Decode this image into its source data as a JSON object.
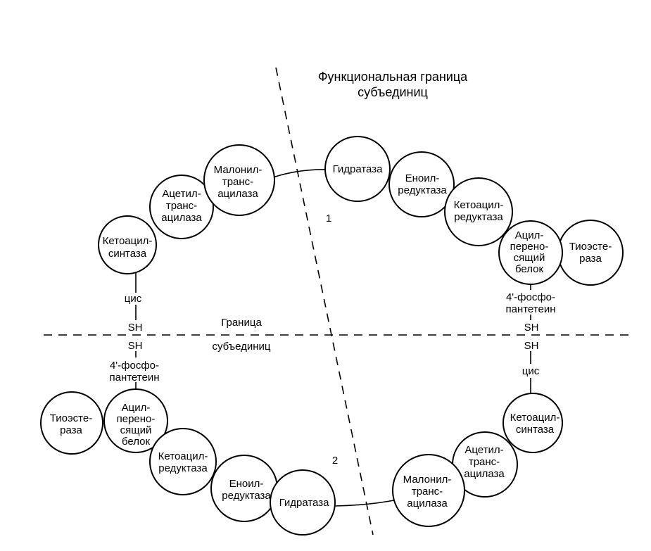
{
  "title": {
    "line1": "Функциональная граница",
    "line2": "субъединиц"
  },
  "boundary_label": {
    "line1": "Граница",
    "line2": "субъединиц"
  },
  "subunit_numbers": {
    "one": "1",
    "two": "2"
  },
  "subunit_1": {
    "malonyl": [
      "Малонил-",
      "транс-",
      "ацилаза"
    ],
    "acetyl": [
      "Ацетил-",
      "транс-",
      "ацилаза"
    ],
    "ketoacyl_synthase": [
      "Кетоацил-",
      "синтаза"
    ],
    "hydratase": [
      "Гидратаза"
    ],
    "enoyl_reductase": [
      "Еноил-",
      "редуктаза"
    ],
    "ketoacyl_reductase": [
      "Кетоацил-",
      "редуктаза"
    ],
    "acp": [
      "Ацил-",
      "перено-",
      "сящий",
      "белок"
    ],
    "thioesterase": [
      "Тиоэсте-",
      "раза"
    ],
    "cys": "цис",
    "sh_left": "SH",
    "pantetheine": [
      "4'-фосфо-",
      "пантетеин"
    ],
    "sh_right": "SH"
  },
  "subunit_2": {
    "sh_left": "SH",
    "pantetheine": [
      "4'-фосфо-",
      "пантетеин"
    ],
    "thioesterase": [
      "Тиоэсте-",
      "раза"
    ],
    "acp": [
      "Ацил-",
      "перено-",
      "сящий",
      "белок"
    ],
    "ketoacyl_reductase": [
      "Кетоацил-",
      "редуктаза"
    ],
    "enoyl_reductase": [
      "Еноил-",
      "редуктаза"
    ],
    "hydratase": [
      "Гидратаза"
    ],
    "sh_right": "SH",
    "cys": "цис",
    "ketoacyl_synthase": [
      "Кетоацил-",
      "синтаза"
    ],
    "acetyl": [
      "Ацетил-",
      "транс-",
      "ацилаза"
    ],
    "malonyl": [
      "Малонил-",
      "транс-",
      "ацилаза"
    ]
  }
}
